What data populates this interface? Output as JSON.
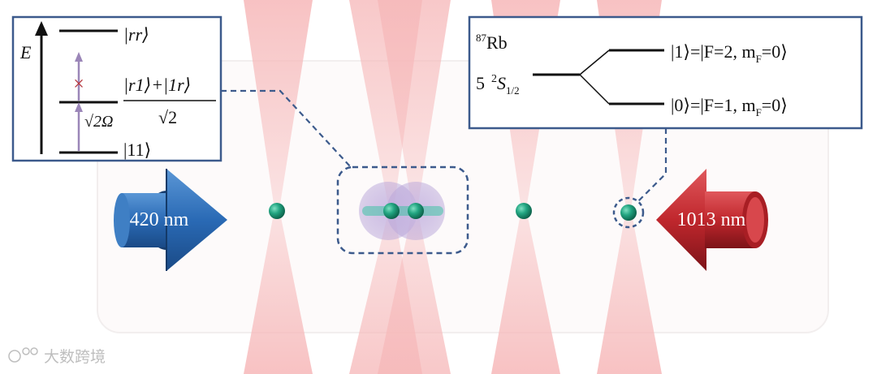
{
  "energy_diagram": {
    "axis_label": "E",
    "level_rr": "|rr⟩",
    "level_sym_numer": "|r1⟩+|1r⟩",
    "level_sym_denom": "√2",
    "rabi_label": "√2Ω",
    "level_11": "|11⟩",
    "blockade_mark": "×"
  },
  "rb_diagram": {
    "isotope_mass": "87",
    "element": "Rb",
    "ground_n": "5",
    "ground_mult": "2",
    "ground_letter": "S",
    "ground_j": "1/2",
    "state_1": "|1⟩=|F=2, m",
    "state_1_sub": "F",
    "state_1_tail": "=0⟩",
    "state_0": "|0⟩=|F=1, m",
    "state_0_sub": "F",
    "state_0_tail": "=0⟩"
  },
  "lasers": {
    "left_label": "420 nm",
    "right_label": "1013 nm",
    "left_color": "#2a6ab5",
    "right_color": "#c0272d"
  },
  "colors": {
    "box_border": "#3c5a8c",
    "dashed": "#3c5a8c",
    "atom": "#1f9e7a",
    "tweezer": "#f3a9aa",
    "cross": "#b5323a",
    "arrow": "#9b86b8"
  },
  "watermark": "大数跨境"
}
